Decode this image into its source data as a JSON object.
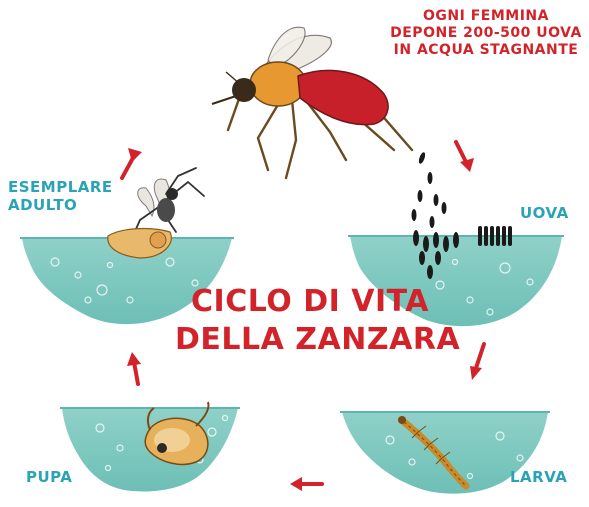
{
  "diagram": {
    "title_line1": "CICLO DI VITA",
    "title_line2": "DELLA ZANZARA",
    "note_line1": "OGNI FEMMINA",
    "note_line2": "DEPONE 200-500 UOVA",
    "note_line3": "IN ACQUA STAGNANTE",
    "stages": {
      "adult": {
        "line1": "ESEMPLARE",
        "line2": "ADULTO"
      },
      "eggs": "UOVA",
      "larva": "LARVA",
      "pupa": "PUPA"
    },
    "colors": {
      "water": "#84cbc3",
      "water_dark": "#5fb5ad",
      "label_teal": "#2aa3b6",
      "arrow_red": "#d2232a",
      "mosquito_body": "#c8202a",
      "mosquito_orange": "#e89830"
    }
  }
}
